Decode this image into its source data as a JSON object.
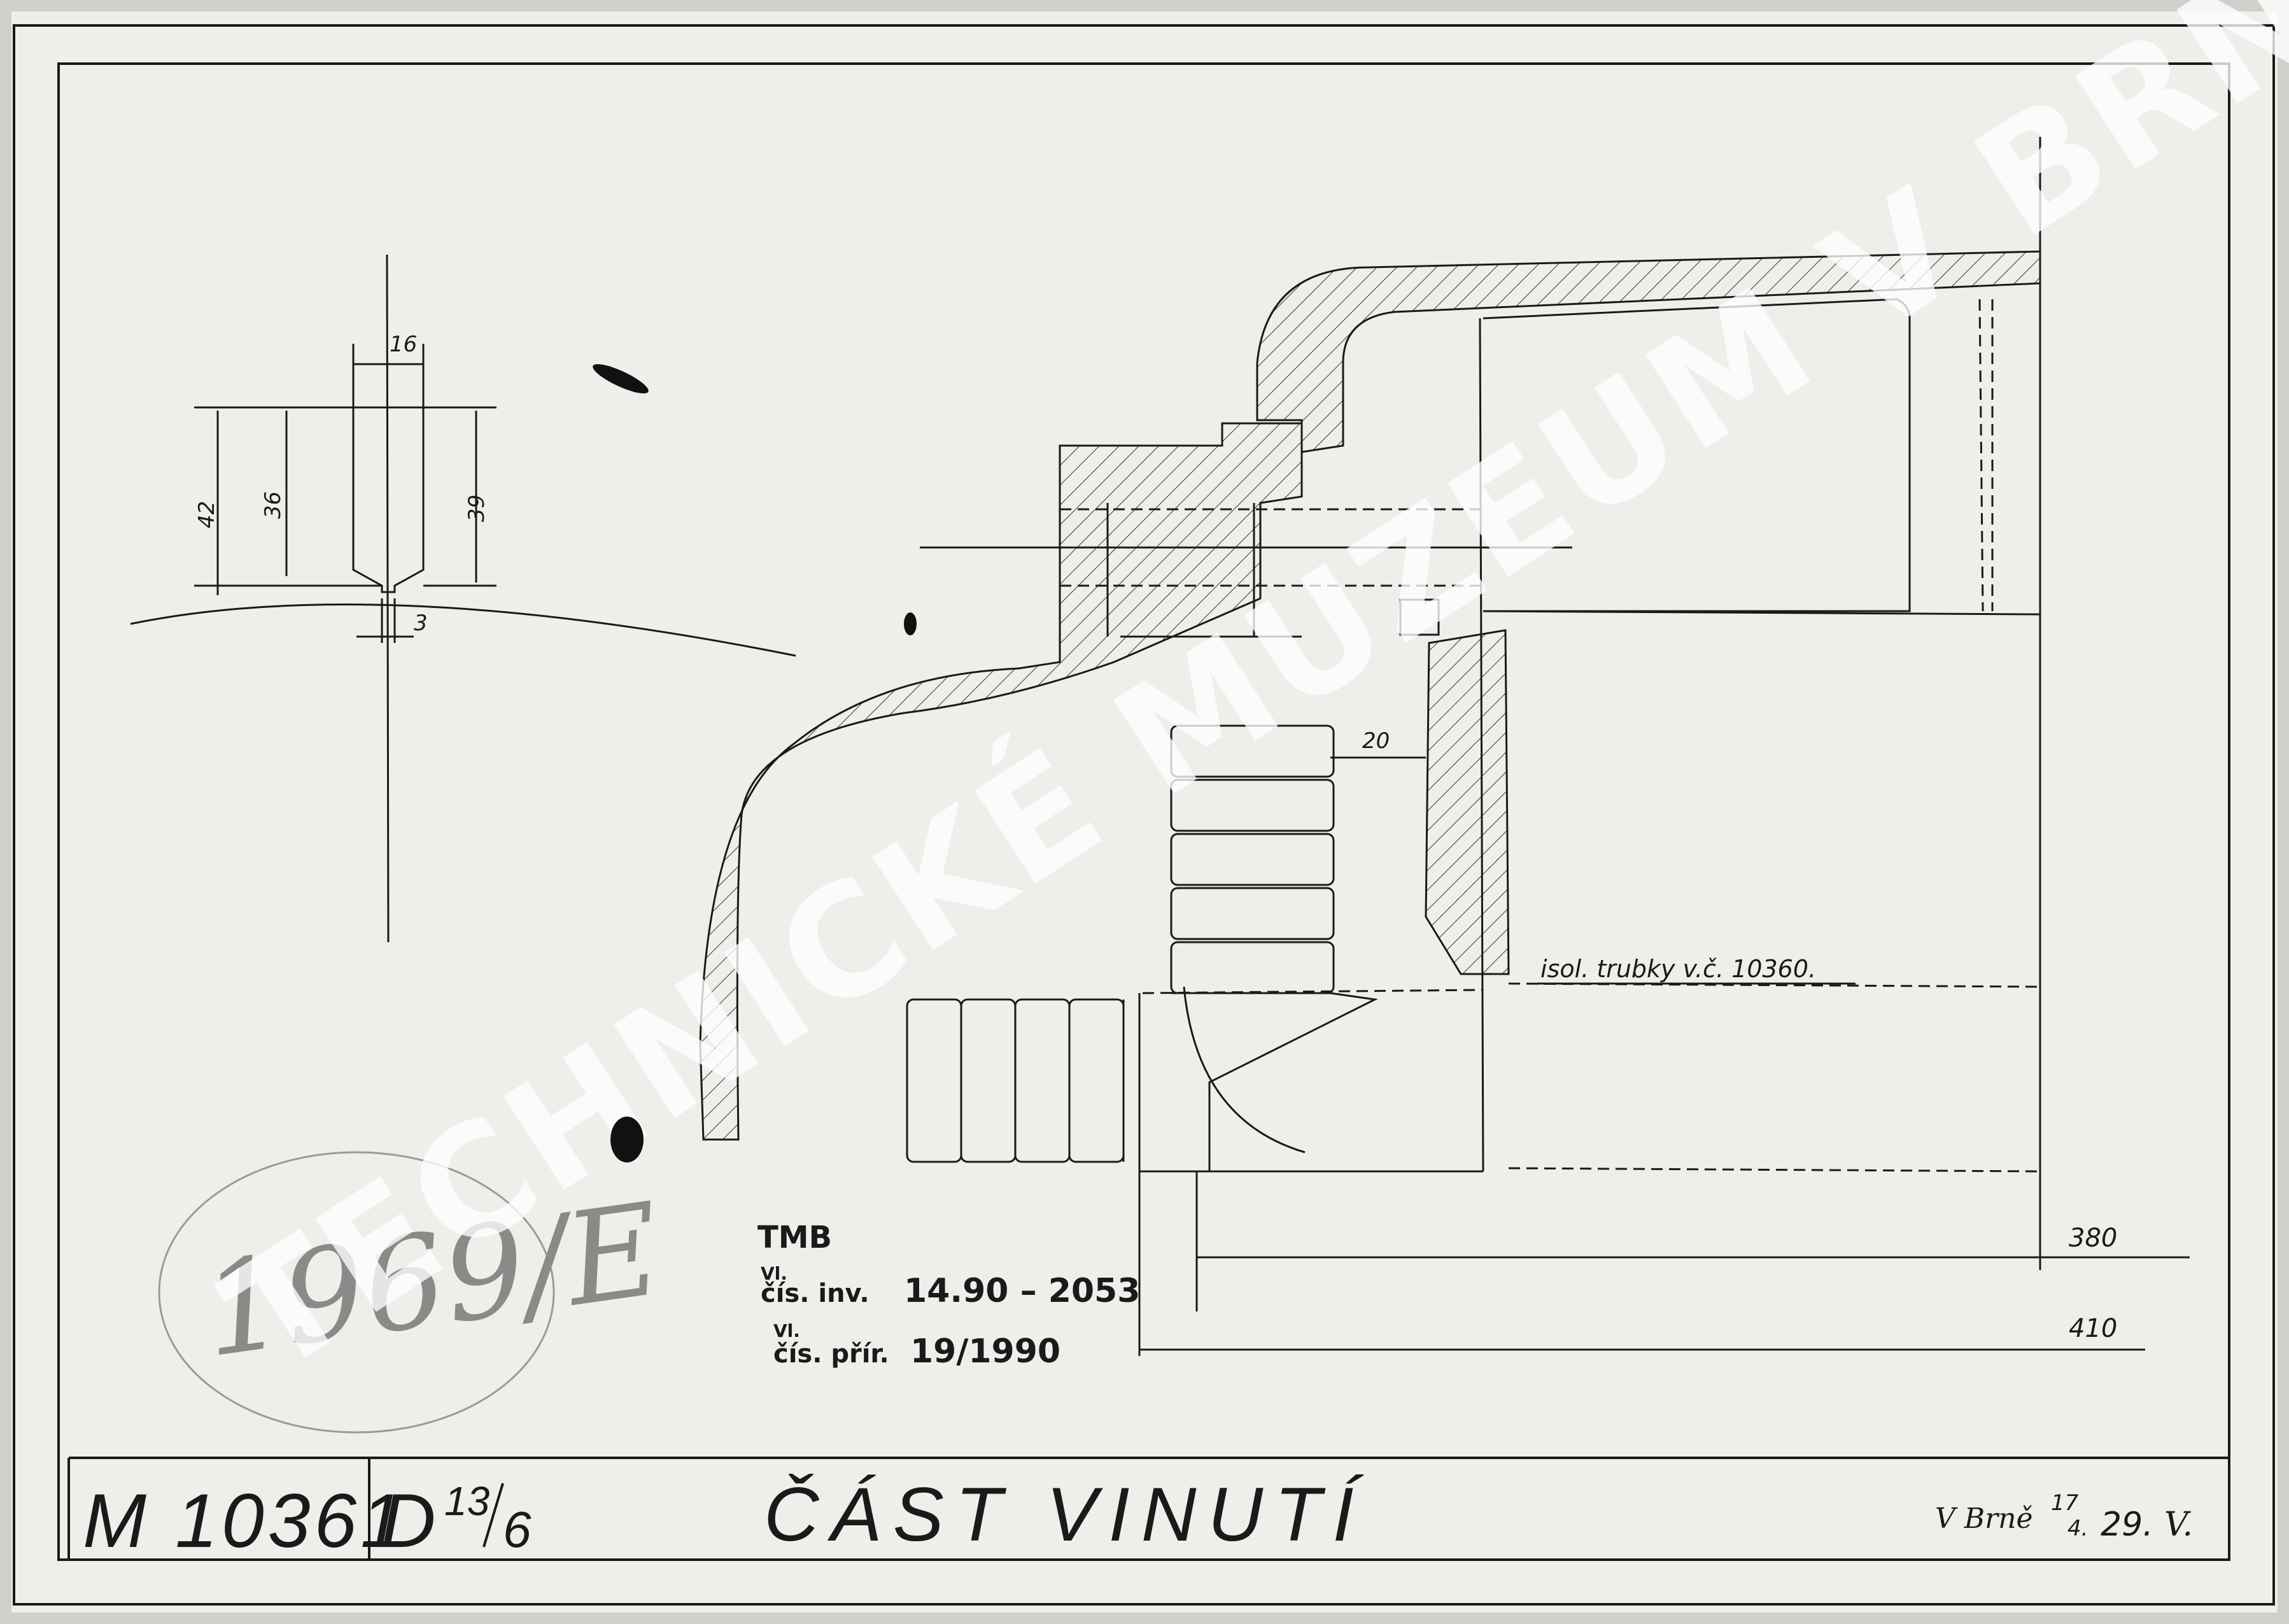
{
  "sheet": {
    "drawing_number": "M 10361",
    "format_code_letter": "D",
    "format_code_sup": "13",
    "format_code_sub": "6",
    "title": "ČÁST VINUTÍ",
    "signature_place": "V Brně",
    "signature_date_sup": "17",
    "signature_date_sub": "4.",
    "signature_year": "29.",
    "signature_initial": "V."
  },
  "stamp": {
    "line1": "TMB",
    "line2_prefix_sup": "Vl.",
    "line2_prefix": "čís. inv.",
    "line2_value": "14.90 – 2053",
    "line3_prefix_sup": "Vl.",
    "line3_prefix": "čís. přír.",
    "line3_value": "19/1990"
  },
  "handwritten_mark": "1969/E",
  "watermark": "TECHNICKÉ MUZEUM V BRNĚ",
  "dimensions": {
    "d16": "16",
    "d42": "42",
    "d36": "36",
    "d39": "39",
    "d3": "3",
    "d20": "20",
    "d380": "380",
    "d410": "410"
  },
  "note": "isol. trubky v.č. 10360.",
  "colors": {
    "paper": "#efeeea",
    "ink": "#1a1a1a",
    "watermark": "#ffffff"
  }
}
